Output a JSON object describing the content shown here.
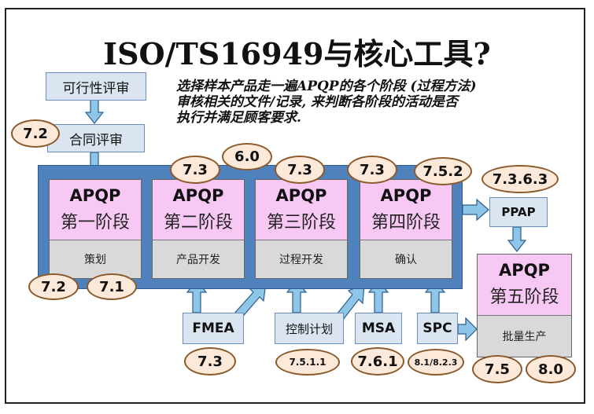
{
  "title": "ISO/TS16949与核心工具?",
  "description": {
    "line1": "选择样本产品走一遍APQP的各个阶段 (过程方法)",
    "line2": "审核相关的文件/记录, 来判断各阶段的活动是否",
    "line3": "执行并满足顾客要求."
  },
  "feasibility_review": "可行性评审",
  "contract_review": "合同评审",
  "phases": [
    {
      "name": "APQP",
      "stage": "第一阶段",
      "activity": "策划"
    },
    {
      "name": "APQP",
      "stage": "第二阶段",
      "activity": "产品开发"
    },
    {
      "name": "APQP",
      "stage": "第三阶段",
      "activity": "过程开发"
    },
    {
      "name": "APQP",
      "stage": "第四阶段",
      "activity": "确认"
    },
    {
      "name": "APQP",
      "stage": "第五阶段",
      "activity": "批量生产"
    }
  ],
  "tools": {
    "ppap": "PPAP",
    "fmea": "FMEA",
    "control_plan": "控制计划",
    "msa": "MSA",
    "spc": "SPC"
  },
  "clauses": {
    "contract": "7.2",
    "phase2": "7.3",
    "phase2_top": "6.0",
    "phase3": "7.3",
    "phase4": "7.3",
    "phase4_right": "7.5.2",
    "ppap": "7.3.6.3",
    "planning_a": "7.2",
    "planning_b": "7.1",
    "fmea": "7.3",
    "control_plan": "7.5.1.1",
    "msa": "7.6.1",
    "spc": "8.1/8.2.3",
    "production_a": "7.5",
    "production_b": "8.0"
  },
  "colors": {
    "frame_blue": "#4f81bd",
    "phase_pink": "#f8c8f4",
    "phase_gray": "#d9d9d9",
    "tool_box": "#dbe5f1",
    "oval_fill": "#fde9d9",
    "oval_border": "#8b5a2b",
    "arrow_fill": "#8ec6ea"
  }
}
